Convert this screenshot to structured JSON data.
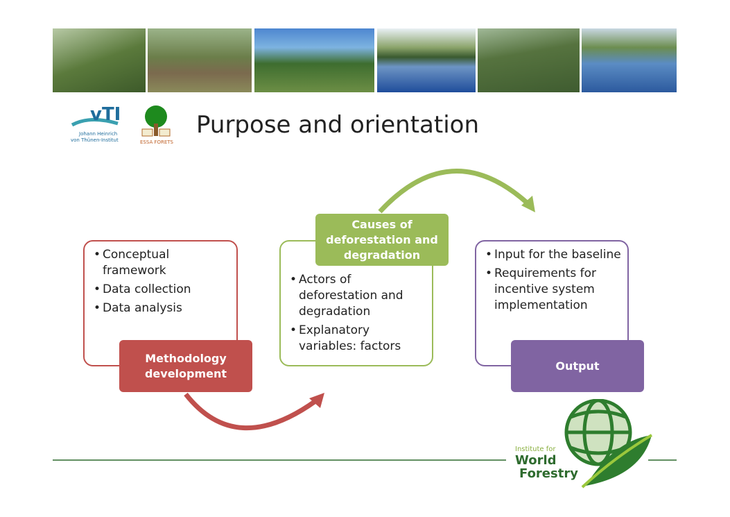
{
  "title": "Purpose and orientation",
  "logos": {
    "vti": {
      "mark": "vTI",
      "sub1": "Johann Heinrich",
      "sub2": "von Thünen-Institut"
    },
    "essa": {
      "label": "ESSA FORETS"
    },
    "iwf": {
      "line1": "Institute for",
      "line2": "World",
      "line3": "Forestry"
    }
  },
  "photos": [
    "forest-people",
    "village",
    "village-houses",
    "river-canoe",
    "forest-canopy",
    "river-boat"
  ],
  "boxes": [
    {
      "label": "Methodology development",
      "items": [
        "Conceptual framework",
        "Data collection",
        "Data analysis"
      ],
      "color": "#c0504d"
    },
    {
      "label": "Causes of deforestation and degradation",
      "items": [
        "Actors of deforestation and degradation",
        "Explanatory variables: factors"
      ],
      "color": "#9bbb59"
    },
    {
      "label": "Output",
      "items": [
        "Input for the baseline",
        "Requirements for incentive system implementation"
      ],
      "color": "#8064a2"
    }
  ]
}
